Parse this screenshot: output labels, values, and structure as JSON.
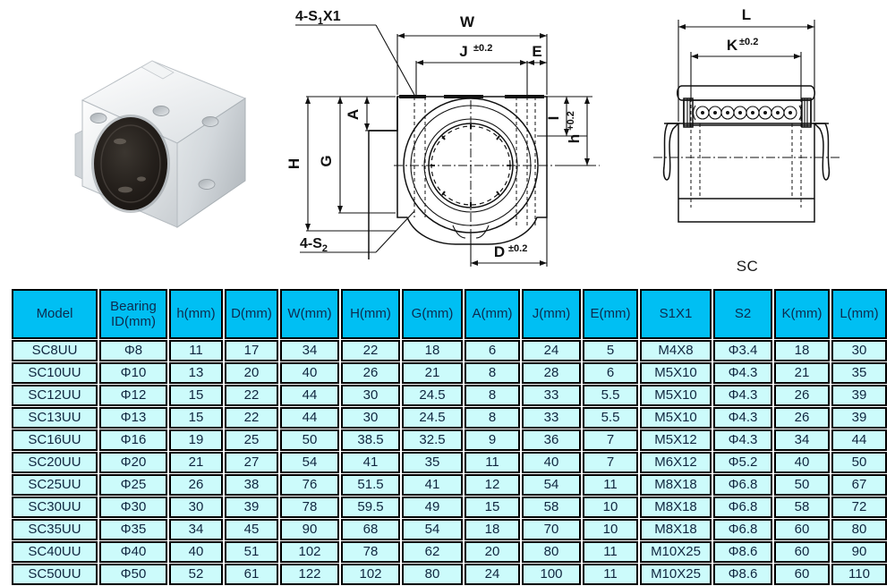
{
  "drawings": {
    "front_view": {
      "name": "front-section-view",
      "labels": {
        "screw_top": "4-S",
        "screw_top_sub": "1",
        "screw_top_tail": "X1",
        "screw_bottom": "4-S",
        "screw_bottom_sub": "2",
        "width": "W",
        "j": "J",
        "j_tol": "±0.2",
        "e": "E",
        "h_cap": "H",
        "g": "G",
        "a": "A",
        "i": "I",
        "h_low": "h",
        "h_low_tol": "+0.2",
        "d": "D",
        "d_tol": "±0.2"
      }
    },
    "side_view": {
      "name": "side-section-view",
      "labels": {
        "l": "L",
        "k": "K",
        "k_tol": "±0.2"
      },
      "caption": "SC"
    },
    "photo": {
      "alt": "SC linear motion bearing block photo"
    }
  },
  "table": {
    "headers": [
      {
        "line1": "",
        "line2": "Model"
      },
      {
        "line1": "Bearing",
        "line2": "ID(mm)"
      },
      {
        "line1": "",
        "line2": "h(mm)"
      },
      {
        "line1": "",
        "line2": "D(mm)"
      },
      {
        "line1": "",
        "line2": "W(mm)"
      },
      {
        "line1": "",
        "line2": "H(mm)"
      },
      {
        "line1": "",
        "line2": "G(mm)"
      },
      {
        "line1": "",
        "line2": "A(mm)"
      },
      {
        "line1": "",
        "line2": "J(mm)"
      },
      {
        "line1": "",
        "line2": "E(mm)"
      },
      {
        "line1": "",
        "line2": "S1X1"
      },
      {
        "line1": "",
        "line2": "S2"
      },
      {
        "line1": "",
        "line2": "K(mm)"
      },
      {
        "line1": "",
        "line2": "L(mm)"
      }
    ],
    "rows": [
      [
        "SC8UU",
        "Φ8",
        "11",
        "17",
        "34",
        "22",
        "18",
        "6",
        "24",
        "5",
        "M4X8",
        "Φ3.4",
        "18",
        "30"
      ],
      [
        "SC10UU",
        "Φ10",
        "13",
        "20",
        "40",
        "26",
        "21",
        "8",
        "28",
        "6",
        "M5X10",
        "Φ4.3",
        "21",
        "35"
      ],
      [
        "SC12UU",
        "Φ12",
        "15",
        "22",
        "44",
        "30",
        "24.5",
        "8",
        "33",
        "5.5",
        "M5X10",
        "Φ4.3",
        "26",
        "39"
      ],
      [
        "SC13UU",
        "Φ13",
        "15",
        "22",
        "44",
        "30",
        "24.5",
        "8",
        "33",
        "5.5",
        "M5X10",
        "Φ4.3",
        "26",
        "39"
      ],
      [
        "SC16UU",
        "Φ16",
        "19",
        "25",
        "50",
        "38.5",
        "32.5",
        "9",
        "36",
        "7",
        "M5X12",
        "Φ4.3",
        "34",
        "44"
      ],
      [
        "SC20UU",
        "Φ20",
        "21",
        "27",
        "54",
        "41",
        "35",
        "11",
        "40",
        "7",
        "M6X12",
        "Φ5.2",
        "40",
        "50"
      ],
      [
        "SC25UU",
        "Φ25",
        "26",
        "38",
        "76",
        "51.5",
        "41",
        "12",
        "54",
        "11",
        "M8X18",
        "Φ6.8",
        "50",
        "67"
      ],
      [
        "SC30UU",
        "Φ30",
        "30",
        "39",
        "78",
        "59.5",
        "49",
        "15",
        "58",
        "10",
        "M8X18",
        "Φ6.8",
        "58",
        "72"
      ],
      [
        "SC35UU",
        "Φ35",
        "34",
        "45",
        "90",
        "68",
        "54",
        "18",
        "70",
        "10",
        "M8X18",
        "Φ6.8",
        "60",
        "80"
      ],
      [
        "SC40UU",
        "Φ40",
        "40",
        "51",
        "102",
        "78",
        "62",
        "20",
        "80",
        "11",
        "M10X25",
        "Φ8.6",
        "60",
        "90"
      ],
      [
        "SC50UU",
        "Φ50",
        "52",
        "61",
        "122",
        "102",
        "80",
        "24",
        "100",
        "11",
        "M10X25",
        "Φ8.6",
        "60",
        "110"
      ]
    ]
  },
  "colors": {
    "header_bg": "#00bff3",
    "cell_bg": "#ccfbfb",
    "text": "#10263f",
    "border": "#000000",
    "line": "#111111"
  }
}
